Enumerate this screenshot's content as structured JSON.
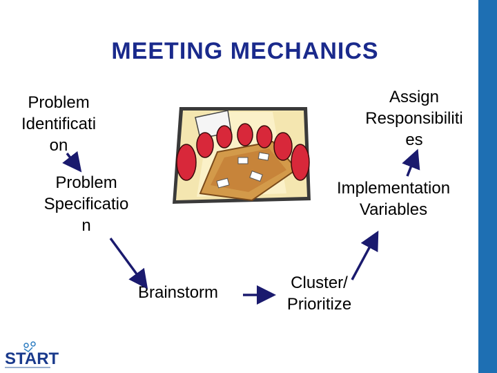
{
  "slide": {
    "title": "MEETING MECHANICS",
    "steps": {
      "problem_identification": "Problem\nIdentificati\non",
      "problem_specification": "Problem\nSpecificatio\nn",
      "brainstorm": "Brainstorm",
      "cluster_prioritize": "Cluster/\nPrioritize",
      "implementation_variables": "Implementation\nVariables",
      "assign_responsibilities": "Assign\nResponsibiliti\nes"
    },
    "logo_text": "START",
    "colors": {
      "title": "#1a2a8c",
      "arrow": "#1a1a6e",
      "sidebar": "#1e6fb3"
    }
  }
}
